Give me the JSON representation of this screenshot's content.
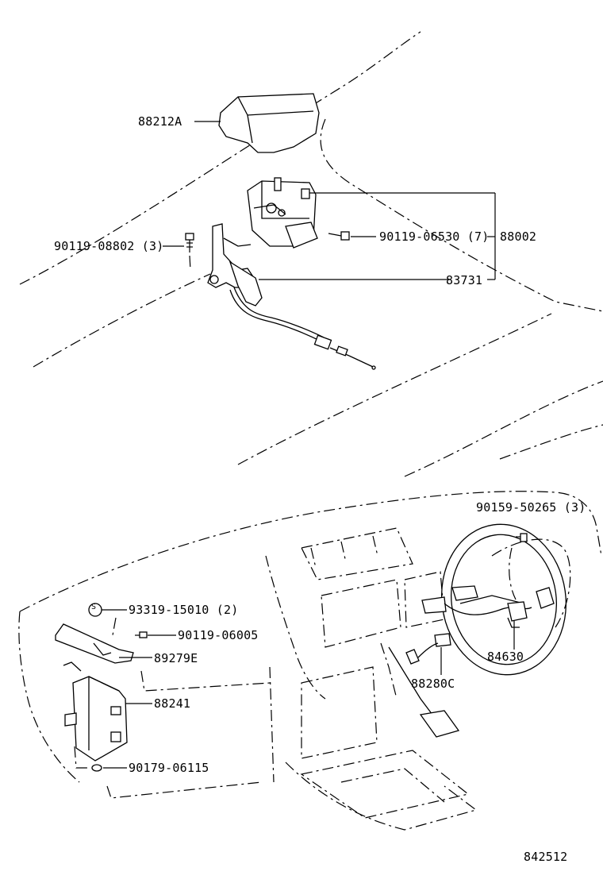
{
  "labels": {
    "p88212A": "88212A",
    "p90119_08802": "90119-08802 (3)",
    "p90119_06530": "90119-06530 (7)",
    "p88002": "88002",
    "p83731": "83731",
    "p90159_50265": "90159-50265 (3)",
    "s_mark": "S",
    "p93319_15010": "93319-15010 (2)",
    "p90119_06005": "90119-06005",
    "p89279E": "89279E",
    "p88241": "88241",
    "p90179_06115": "90179-06115",
    "p88280C": "88280C",
    "p84630": "84630",
    "figure_no": "842512"
  }
}
